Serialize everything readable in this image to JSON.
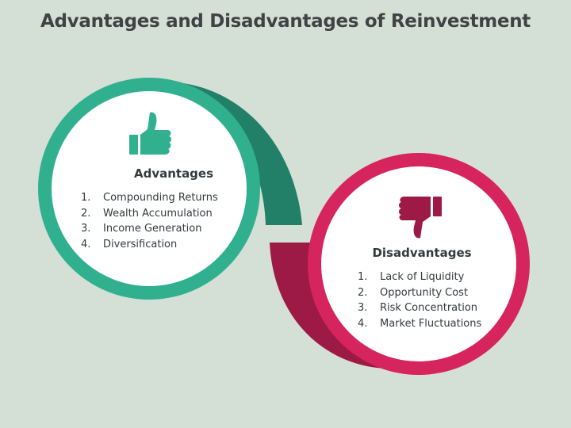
{
  "title": "Advantages and Disadvantages of Reinvestment",
  "colors": {
    "advantage": "#31b08f",
    "advantage_dark": "#238068",
    "disadvantage": "#d6245e",
    "disadvantage_dark": "#9c1a45",
    "background": "#d4e0d5"
  },
  "advantages": {
    "heading": "Advantages",
    "icon": "thumbs-up-icon",
    "items": [
      {
        "num": "1.",
        "text": "Compounding Returns"
      },
      {
        "num": "2.",
        "text": "Wealth Accumulation"
      },
      {
        "num": "3.",
        "text": "Income Generation"
      },
      {
        "num": "4.",
        "text": "Diversification"
      }
    ]
  },
  "disadvantages": {
    "heading": "Disadvantages",
    "icon": "thumbs-down-icon",
    "items": [
      {
        "num": "1.",
        "text": "Lack of Liquidity"
      },
      {
        "num": "2.",
        "text": "Opportunity Cost"
      },
      {
        "num": "3.",
        "text": "Risk Concentration"
      },
      {
        "num": "4.",
        "text": "Market Fluctuations"
      }
    ]
  }
}
